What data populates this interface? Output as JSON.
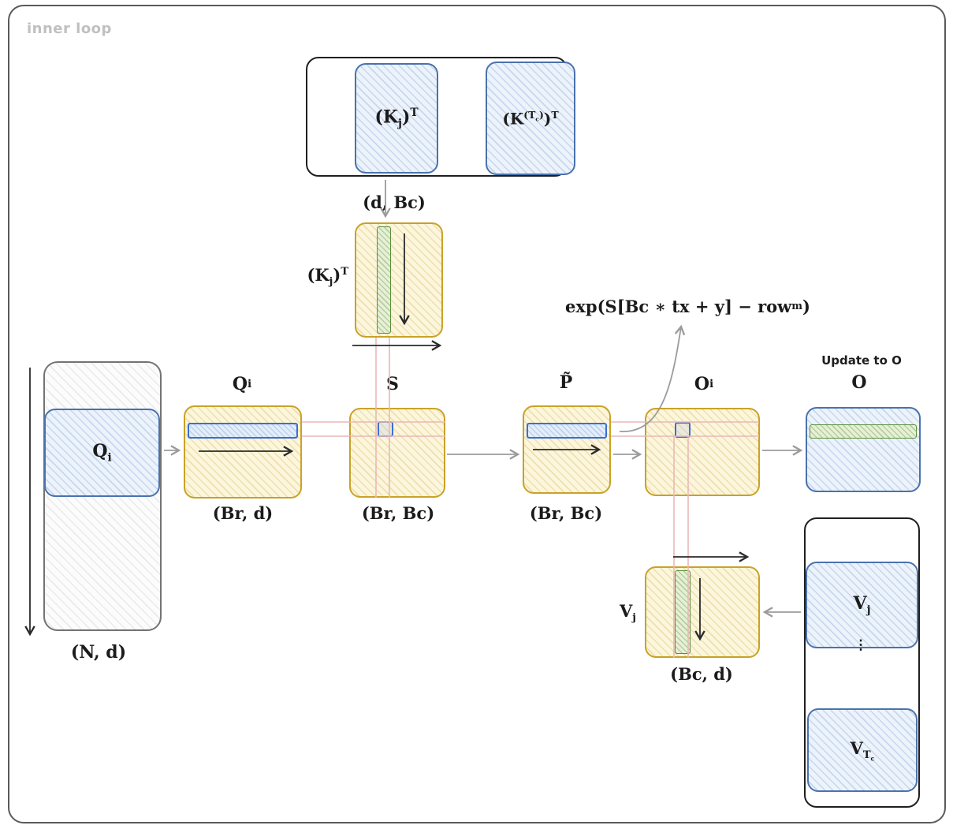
{
  "colors": {
    "blue_border": "#4a72ad",
    "blue_stripe_border": "#3b6fd4",
    "yellow_border": "#c9a227",
    "green_border": "#5a8f3c",
    "gray_border": "#737373",
    "pink_trace": "#e9b8b8",
    "gray_arrow": "#9b9b9b",
    "black_arrow": "#2a2a2a"
  },
  "labels": {
    "inner_loop": "inner loop",
    "k_block_1": [
      "(K",
      {
        "t": "sub",
        "v": "j"
      },
      ")",
      {
        "t": "sup",
        "v": "T"
      }
    ],
    "k_block_2": [
      "(K",
      {
        "t": "sup",
        "v": [
          "(T",
          {
            "t": "sub",
            "v": "c"
          },
          ")"
        ]
      },
      ")",
      {
        "t": "sup",
        "v": "T"
      }
    ],
    "d_bc": "(d, Bc)",
    "kj_side": [
      "(K",
      {
        "t": "sub",
        "v": "j"
      },
      ")",
      {
        "t": "sup",
        "v": "T"
      }
    ],
    "qi_outer": [
      "Q",
      {
        "t": "sub",
        "v": "i"
      }
    ],
    "n_d": "(N, d)",
    "qi_title": [
      "Q",
      {
        "t": "sub",
        "v": "i"
      }
    ],
    "br_d": "(Br, d)",
    "s_title": "S",
    "br_bc_s": "(Br, Bc)",
    "p_title": "P̃",
    "br_bc_p": "(Br, Bc)",
    "exp_annotation": [
      "exp(S[Bc ∗ tx + y] − row",
      {
        "t": "sub",
        "v": "m"
      },
      ")"
    ],
    "oi_title": [
      "O",
      {
        "t": "sub",
        "v": "i"
      }
    ],
    "update_to_o": "Update to O",
    "o_title": "O",
    "vj_side": [
      "V",
      {
        "t": "sub",
        "v": "j"
      }
    ],
    "bc_d": "(Bc, d)",
    "vj_block": [
      "V",
      {
        "t": "sub",
        "v": "j"
      }
    ],
    "dots": "⋮",
    "vtc_block": [
      "V",
      {
        "t": "sub",
        "v": [
          "T",
          {
            "t": "sub",
            "v": "c"
          }
        ]
      }
    ]
  }
}
